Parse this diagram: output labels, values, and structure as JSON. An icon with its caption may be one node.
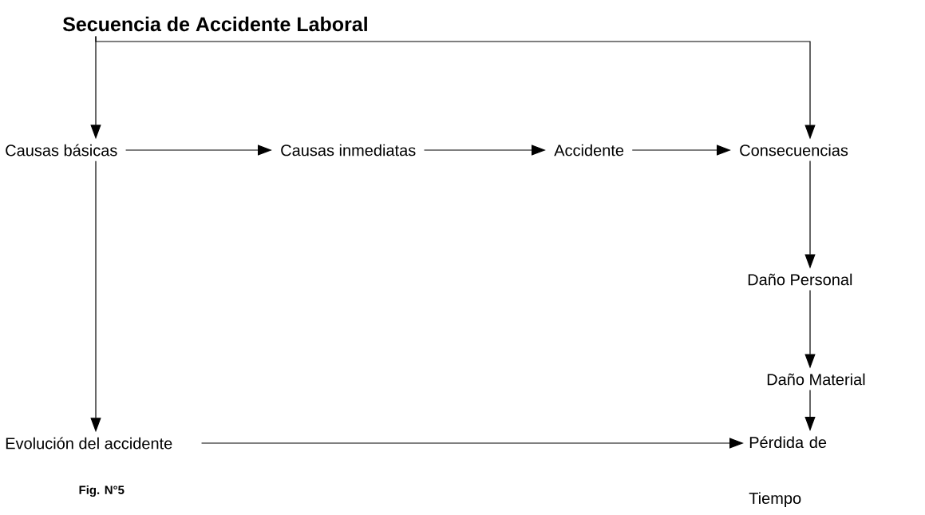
{
  "diagram": {
    "nodes": [
      {
        "text": [
          "Secuencia de Accidente Laboral"
        ]
      },
      {
        "text": [
          "Causas básicas"
        ]
      },
      {
        "text": [
          "Causas inmediatas"
        ]
      },
      {
        "text": [
          "Accidente"
        ]
      },
      {
        "text": [
          "Consecuencias"
        ]
      },
      {
        "text": [
          "Daño Personal"
        ]
      },
      {
        "text": [
          "Daño Material"
        ]
      },
      {
        "text": [
          "Evolución del accidente"
        ]
      },
      {
        "text": [
          "Pérdida de Tiempo"
        ]
      }
    ],
    "edges": [
      {
        "from": 0,
        "to": 1,
        "arrow": "to"
      },
      {
        "from": 0,
        "to": 4,
        "arrow": "to"
      },
      {
        "from": 1,
        "to": 2,
        "arrow": "to"
      },
      {
        "from": 2,
        "to": 3,
        "arrow": "to"
      },
      {
        "from": 3,
        "to": 4,
        "arrow": "to"
      },
      {
        "from": 4,
        "to": 5,
        "arrow": "to"
      },
      {
        "from": 5,
        "to": 6,
        "arrow": "to"
      },
      {
        "from": 6,
        "to": 8,
        "arrow": "to"
      },
      {
        "from": 1,
        "to": 7,
        "arrow": "to"
      },
      {
        "from": 7,
        "to": 8,
        "arrow": "to"
      }
    ],
    "labels": [
      "Fig. N°5"
    ]
  }
}
